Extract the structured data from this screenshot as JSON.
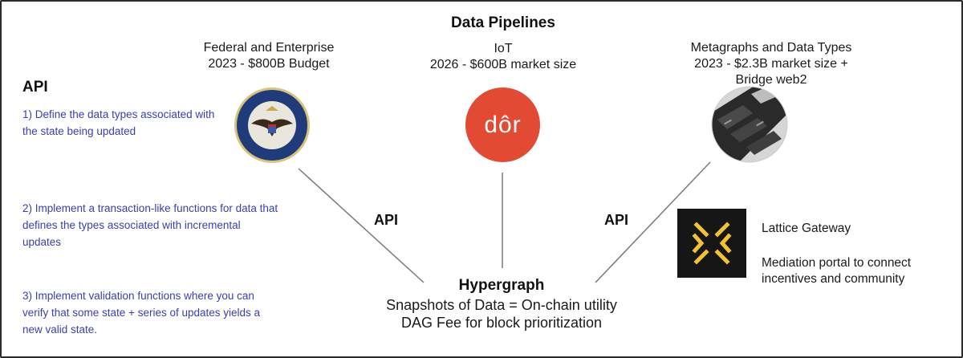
{
  "title": "Data Pipelines",
  "api_section": {
    "heading": "API",
    "step1": "1) Define the data types associated with the state being updated",
    "step2": "2) Implement a transaction-like functions for data that defines the types associated with incremental updates",
    "step3": "3) Implement validation functions where you can verify that some state + series of updates yields a new valid state."
  },
  "nodes": {
    "federal": {
      "line1": "Federal and Enterprise",
      "line2": "2023 - $800B Budget",
      "icon": "department-of-defense-seal-icon"
    },
    "iot": {
      "line1": "IoT",
      "line2": "2026 - $600B market size",
      "logo_text": "dôr",
      "logo_color": "#e24a33"
    },
    "metagraphs": {
      "line1": "Metagraphs and Data Types",
      "line2": "2023 - $2.3B market size  +",
      "line3": "Bridge web2",
      "icon": "keyboard-photo-icon"
    }
  },
  "connector_labels": {
    "left": "API",
    "right": "API"
  },
  "hypergraph": {
    "title": "Hypergraph",
    "line1": "Snapshots of Data = On-chain utility",
    "line2": "DAG Fee for block prioritization"
  },
  "gateway": {
    "name": "Lattice Gateway",
    "desc_line1": "Mediation portal to connect",
    "desc_line2": "incentives and community",
    "icon": "lattice-x-logo-icon",
    "logo_bg": "#161616",
    "logo_accent": "#f2c230"
  },
  "colors": {
    "step_text": "#3a3fb0",
    "line": "#777777"
  }
}
